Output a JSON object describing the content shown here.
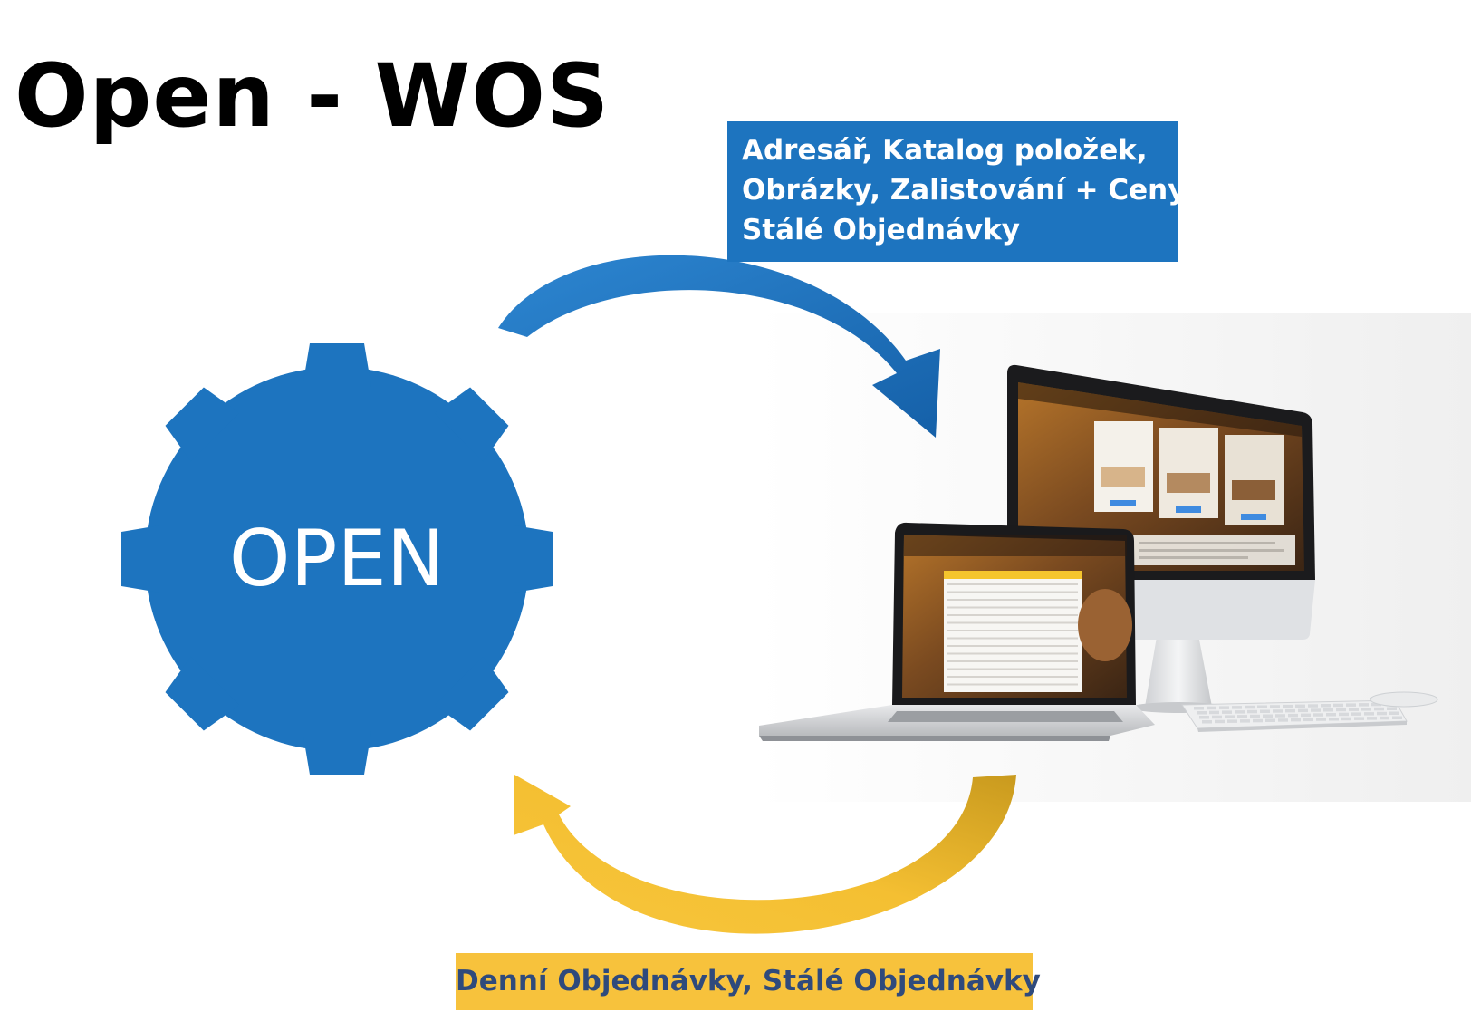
{
  "title": "Open - WOS",
  "gear": {
    "label": "OPEN",
    "color": "#1d74bf"
  },
  "export_box": {
    "lines": [
      "Adresář, Katalog položek,",
      "Obrázky, Zalistování + Ceny,",
      "Stálé Objednávky"
    ],
    "color": "#1d74bf"
  },
  "import_box": {
    "text": "Denní Objednávky, Stálé Objednávky",
    "color": "#f7c23c",
    "text_color": "#2f4a7c"
  },
  "arrows": {
    "top_color": "#1d74bf",
    "bottom_color": "#f0b82a"
  },
  "devices": {
    "monitor_icon": "desktop-monitor-icon",
    "laptop_icon": "laptop-icon",
    "keyboard_icon": "keyboard-icon",
    "mouse_icon": "mouse-icon"
  }
}
